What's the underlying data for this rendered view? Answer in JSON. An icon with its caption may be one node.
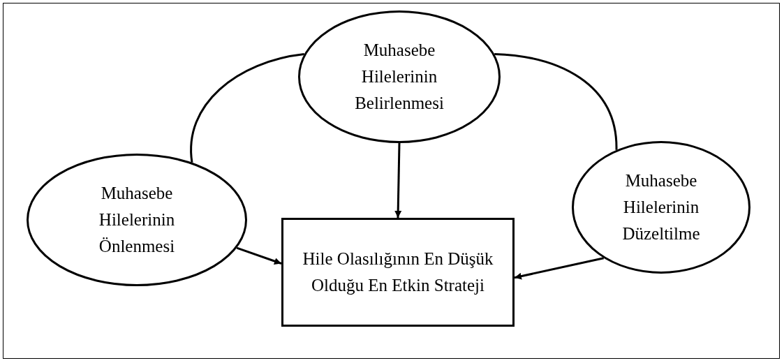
{
  "diagram": {
    "nodes": [
      {
        "text": [
          "Muhasebe Hilelerinin Belirlenmesi"
        ]
      },
      {
        "text": [
          "Muhasebe Hilelerinin Önlenmesi"
        ]
      },
      {
        "text": [
          "Muhasebe Hilelerinin Düzeltilme"
        ]
      },
      {
        "text": [
          "Hile Olasılığının En Düşük Olduğu En Etkin Strateji"
        ]
      }
    ],
    "edges": [
      {
        "from": 0,
        "to": 3,
        "arrow": "to"
      },
      {
        "from": 1,
        "to": 3,
        "arrow": "to"
      },
      {
        "from": 2,
        "to": 3,
        "arrow": "to"
      },
      {
        "from": 1,
        "to": 0,
        "arrow": "none"
      },
      {
        "from": 0,
        "to": 2,
        "arrow": "none"
      }
    ]
  }
}
